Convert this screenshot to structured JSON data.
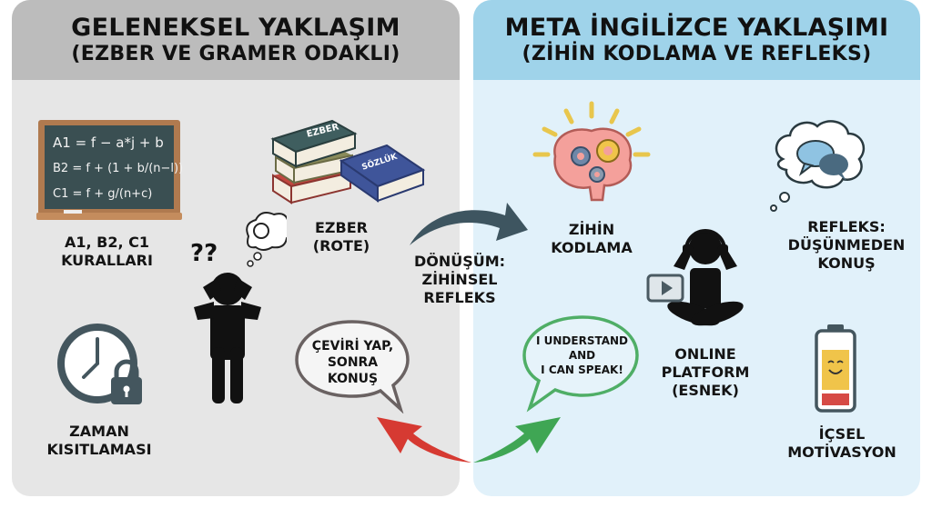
{
  "left_panel": {
    "title": "GELENEKSEL YAKLAŞIM",
    "subtitle": "(EZBER VE GRAMER ODAKLI)",
    "header_color": "#bcbcbc",
    "background_color": "#e6e6e6",
    "chalkboard": {
      "icon": "chalkboard-icon",
      "formulas": [
        "A1 = f − a*j + b",
        "B2 = f + (1 + b/(n−l))",
        "C1 = f + g/(n+c)"
      ],
      "label_line1": "A1, B2, C1",
      "label_line2": "KURALLARI"
    },
    "books": {
      "icon": "books-icon",
      "book_labels": [
        "EZBER",
        "SÖZLÜK"
      ],
      "label_line1": "EZBER",
      "label_line2": "(ROTE)"
    },
    "confused_person": {
      "icon": "confused-person-icon",
      "question_marks": "??"
    },
    "clock": {
      "icon": "clock-lock-icon",
      "label_line1": "ZAMAN",
      "label_line2": "KISITLAMASI"
    },
    "speech_bubble": {
      "line1": "ÇEVİRİ YAP,",
      "line2": "SONRA",
      "line3": "KONUŞ"
    }
  },
  "right_panel": {
    "title": "META İNGİLİZCE YAKLAŞIMI",
    "subtitle": "(ZİHİN KODLAMA VE REFLEKS)",
    "header_color": "#9fd3ea",
    "background_color": "#e1f1fa",
    "brain": {
      "icon": "brain-gears-icon",
      "label_line1": "ZİHİN",
      "label_line2": "KODLAMA"
    },
    "reflex": {
      "icon": "thought-bubble-chat-icon",
      "label_line1": "REFLEKS:",
      "label_line2": "DÜŞÜNMEDEN",
      "label_line3": "KONUŞ"
    },
    "online": {
      "icon": "relaxed-person-headphones-icon",
      "label_line1": "ONLINE",
      "label_line2": "PLATFORM",
      "label_line3": "(ESNEK)"
    },
    "motivation": {
      "icon": "battery-smile-icon",
      "label_line1": "İÇSEL",
      "label_line2": "MOTİVASYON"
    },
    "speech_bubble": {
      "line1": "I UNDERSTAND",
      "line2": "AND",
      "line3": "I CAN SPEAK!"
    }
  },
  "center": {
    "transition_line1": "DÖNÜŞÜM:",
    "transition_line2": "ZİHİNSEL",
    "transition_line3": "REFLEKS",
    "arrow_color": "#3e5560",
    "red_arrow_color": "#d63a32",
    "green_arrow_color": "#3fa654"
  }
}
